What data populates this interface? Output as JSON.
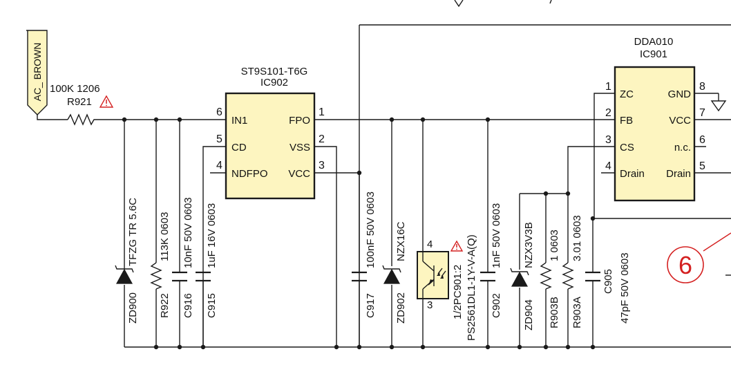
{
  "connector": {
    "label": "AC_ BROWN"
  },
  "r921": {
    "value": "100K 1206",
    "ref": "R921"
  },
  "ic902": {
    "part": "ST9S101-T6G",
    "ref": "IC902",
    "left_pins": [
      {
        "num": "6",
        "name": "IN1"
      },
      {
        "num": "5",
        "name": "CD"
      },
      {
        "num": "4",
        "name": "NDFPO"
      }
    ],
    "right_pins": [
      {
        "num": "1",
        "name": "FPO"
      },
      {
        "num": "2",
        "name": "VSS"
      },
      {
        "num": "3",
        "name": "VCC"
      }
    ]
  },
  "ic901": {
    "part": "DDA010",
    "ref": "IC901",
    "left_pins": [
      {
        "num": "1",
        "name": "ZC"
      },
      {
        "num": "2",
        "name": "FB"
      },
      {
        "num": "3",
        "name": "CS"
      },
      {
        "num": "4",
        "name": "Drain"
      }
    ],
    "right_pins": [
      {
        "num": "8",
        "name": "GND"
      },
      {
        "num": "7",
        "name": "VCC"
      },
      {
        "num": "6",
        "name": "n.c."
      },
      {
        "num": "5",
        "name": "Drain"
      }
    ]
  },
  "components": {
    "zd900": {
      "value": "TFZG TR 5.6C",
      "ref": "ZD900"
    },
    "r922": {
      "value": "113K 0603",
      "ref": "R922"
    },
    "c916": {
      "value": "10nF 50V 0603",
      "ref": "C916"
    },
    "c915": {
      "value": "1uF 16V 0603",
      "ref": "C915"
    },
    "c917": {
      "value": "100nF 50V 0603",
      "ref": "C917"
    },
    "zd902": {
      "value": "NZX16C",
      "ref": "ZD902"
    },
    "pc901": {
      "ref": "1/2PC901:2",
      "value": "PS2561DL1-1Y-V-A(Q)",
      "pin_top": "4",
      "pin_bottom": "3"
    },
    "c902": {
      "value": "1nF 50V 0603",
      "ref": "C902"
    },
    "zd904": {
      "value": "NZX3V3B",
      "ref": "ZD904"
    },
    "r903b": {
      "value": "1 0603",
      "ref": "R903B"
    },
    "r903a": {
      "value": "3.01 0603",
      "ref": "R903A"
    },
    "c905": {
      "ref": "C905",
      "value": "47pF 50V 0603"
    }
  },
  "callout": {
    "number": "6",
    "color": "#d42020"
  },
  "colors": {
    "ic_fill": "#fdf5c0",
    "warning": "#d42020",
    "wire": "#1a1a1a"
  }
}
